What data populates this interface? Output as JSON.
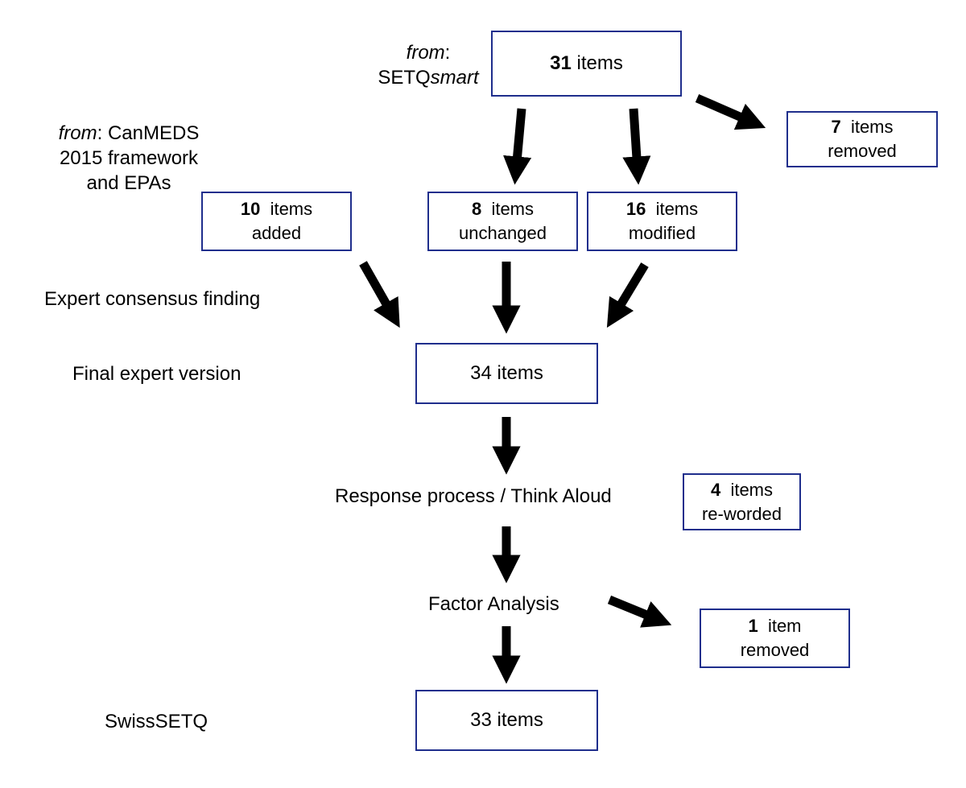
{
  "source_smart": {
    "from": "from",
    "colon": ":",
    "name_plain": "SETQ",
    "name_italic": "smart"
  },
  "source_canmeds": {
    "from": "from",
    "line1_rest": ": CanMEDS",
    "line2": "2015 framework",
    "line3": "and EPAs"
  },
  "boxes": {
    "top": {
      "count": "31",
      "text": " items"
    },
    "removed7": {
      "count": "7",
      "text": "  items",
      "line2": "removed"
    },
    "added10": {
      "count": "10",
      "text": "  items",
      "line2": "added"
    },
    "unchanged8": {
      "count": "8",
      "text": "  items",
      "line2": "unchanged"
    },
    "modified16": {
      "count": "16",
      "text": "  items",
      "line2": "modified"
    },
    "final34": {
      "text": "34 items"
    },
    "reworded4": {
      "count": "4",
      "text": "  items",
      "line2": "re-worded"
    },
    "removed1": {
      "count": "1",
      "text": "  item",
      "line2": "removed"
    },
    "final33": {
      "text": "33 items"
    }
  },
  "steps": {
    "consensus": "Expert consensus finding",
    "final_version": "Final expert version",
    "response": "Response process / Think Aloud",
    "factor": "Factor Analysis",
    "swiss": "SwissSETQ"
  },
  "colors": {
    "box_border": "#1f2e8c",
    "arrow": "#000000"
  }
}
